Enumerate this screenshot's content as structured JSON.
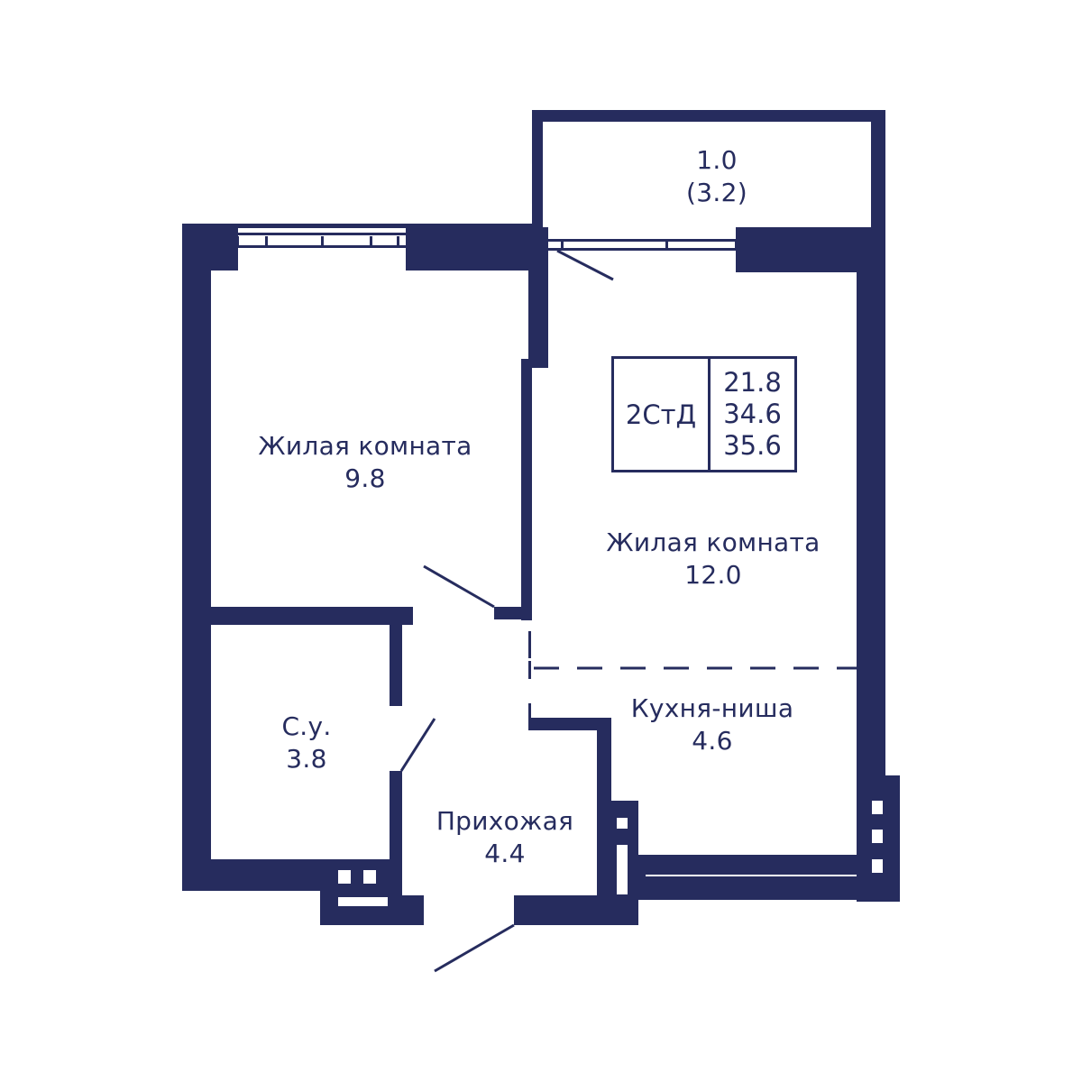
{
  "colors": {
    "wall": "#262c5e",
    "background": "#ffffff"
  },
  "apartment": {
    "type": "2СтД",
    "areas": {
      "living": "21.8",
      "total": "34.6",
      "total_with_balcony": "35.6"
    }
  },
  "rooms": [
    {
      "name": "Жилая комната",
      "area": "9.8"
    },
    {
      "name": "Жилая комната",
      "area": "12.0"
    },
    {
      "name": "Кухня-ниша",
      "area": "4.6"
    },
    {
      "name": "С.у.",
      "area": "3.8"
    },
    {
      "name": "Прихожая",
      "area": "4.4"
    }
  ],
  "balcony": {
    "area": "1.0",
    "area_full": "(3.2)"
  }
}
